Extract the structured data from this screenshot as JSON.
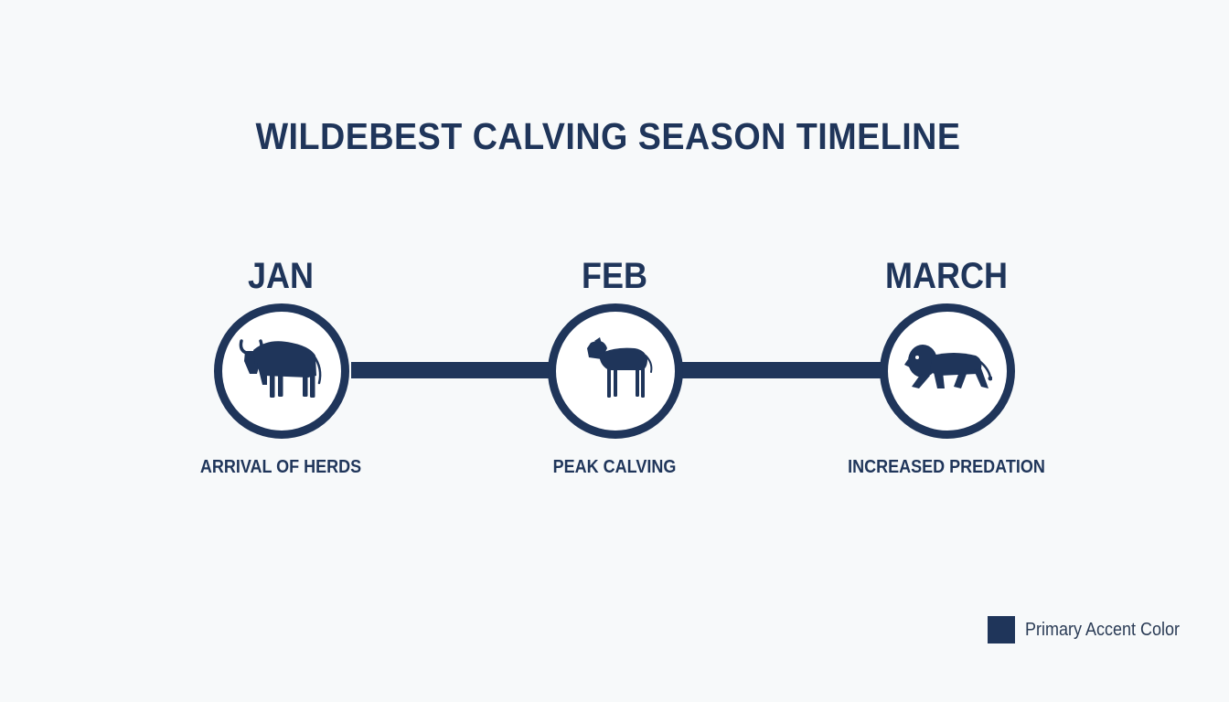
{
  "title": "WILDEBEST CALVING SEASON TIMELINE",
  "accent_color": "#1f355a",
  "milestones": [
    {
      "month": "JAN",
      "caption": "ARRIVAL OF HERDS",
      "icon": "wildebeest-icon"
    },
    {
      "month": "FEB",
      "caption": "PEAK CALVING",
      "icon": "calf-icon"
    },
    {
      "month": "MARCH",
      "caption": "INCREASED PREDATION",
      "icon": "lion-icon"
    }
  ],
  "legend": {
    "label": "Primary Accent Color",
    "color": "#1f355a"
  }
}
